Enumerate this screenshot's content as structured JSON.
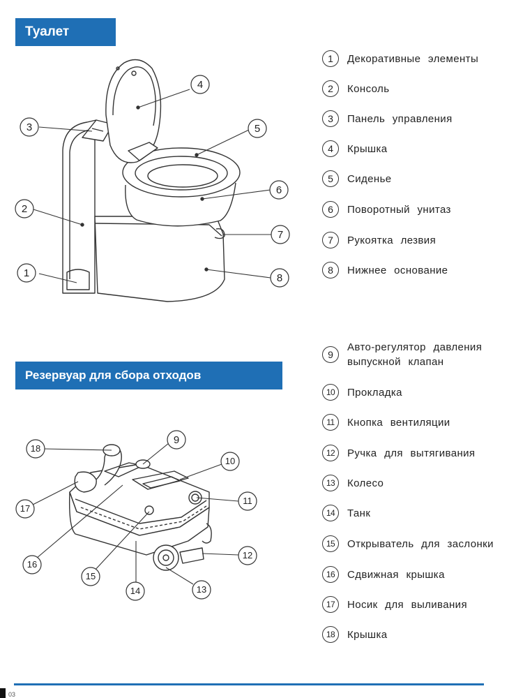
{
  "sections": {
    "toilet_title": "Туалет",
    "tank_title": "Резервуар для  сбора  отходов"
  },
  "toilet_legend": [
    {
      "num": "1",
      "label": "Декоративные  элементы"
    },
    {
      "num": "2",
      "label": "Консоль"
    },
    {
      "num": "3",
      "label": "Панель  управления"
    },
    {
      "num": "4",
      "label": "Крышка"
    },
    {
      "num": "5",
      "label": "Сиденье"
    },
    {
      "num": "6",
      "label": "Поворотный  унитаз"
    },
    {
      "num": "7",
      "label": "Рукоятка  лезвия"
    },
    {
      "num": "8",
      "label": "Нижнее  основание"
    }
  ],
  "tank_legend": [
    {
      "num": "9",
      "label": "Авто-регулятор  давления выпускной  клапан"
    },
    {
      "num": "10",
      "label": "Прокладка"
    },
    {
      "num": "11",
      "label": "Кнопка  вентиляции"
    },
    {
      "num": "12",
      "label": "Ручка  для  вытягивания"
    },
    {
      "num": "13",
      "label": "Колесо"
    },
    {
      "num": "14",
      "label": "Танк"
    },
    {
      "num": "15",
      "label": "Открыватель  для  заслонки"
    },
    {
      "num": "16",
      "label": "Сдвижная  крышка"
    },
    {
      "num": "17",
      "label": "Носик  для  выливания"
    },
    {
      "num": "18",
      "label": "Крышка"
    }
  ],
  "callouts_toilet": [
    "1",
    "2",
    "3",
    "4",
    "5",
    "6",
    "7",
    "8"
  ],
  "callouts_tank": [
    "9",
    "10",
    "11",
    "12",
    "13",
    "14",
    "15",
    "16",
    "17",
    "18"
  ],
  "page_number": "03",
  "colors": {
    "accent": "#1f6fb5",
    "line": "#333333"
  }
}
